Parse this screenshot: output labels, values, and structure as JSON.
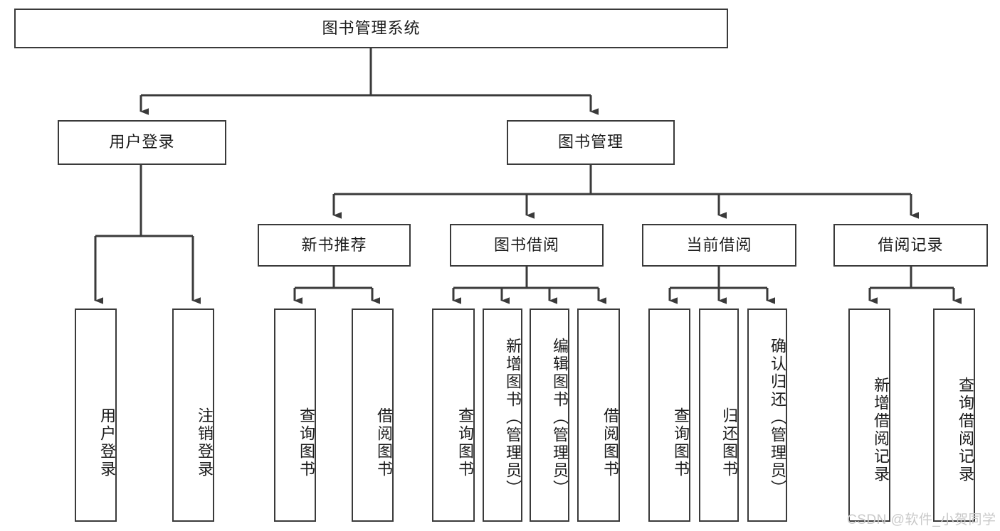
{
  "diagram": {
    "type": "tree-hierarchy-chart",
    "title": "图书管理系统",
    "watermark": "CSDN @软件_小贺同学",
    "colors": {
      "box_border": "#3a3a3a",
      "box_fill": "#ffffff",
      "line": "#3a3a3a",
      "text": "#1b1b1b",
      "watermark": "#c9c9c9"
    },
    "levels": {
      "root": {
        "label": "图书管理系统"
      },
      "level2": [
        {
          "label": "用户登录"
        },
        {
          "label": "图书管理"
        }
      ],
      "level3": [
        {
          "label": "新书推荐"
        },
        {
          "label": "图书借阅"
        },
        {
          "label": "当前借阅"
        },
        {
          "label": "借阅记录"
        }
      ]
    },
    "leaves": {
      "user_login": [
        {
          "label": "用户登录"
        },
        {
          "label": "注销登录"
        }
      ],
      "new_book_recommend": [
        {
          "label": "查询图书"
        },
        {
          "label": "借阅图书"
        }
      ],
      "book_borrow": [
        {
          "label": "查询图书"
        },
        {
          "label": "新增图书（管理员）"
        },
        {
          "label": "编辑图书（管理员）"
        },
        {
          "label": "借阅图书"
        }
      ],
      "current_borrow": [
        {
          "label": "查询图书"
        },
        {
          "label": "归还图书"
        },
        {
          "label": "确认归还（管理员）"
        }
      ],
      "borrow_record": [
        {
          "label": "新增借阅记录"
        },
        {
          "label": "查询借阅记录"
        }
      ]
    }
  }
}
